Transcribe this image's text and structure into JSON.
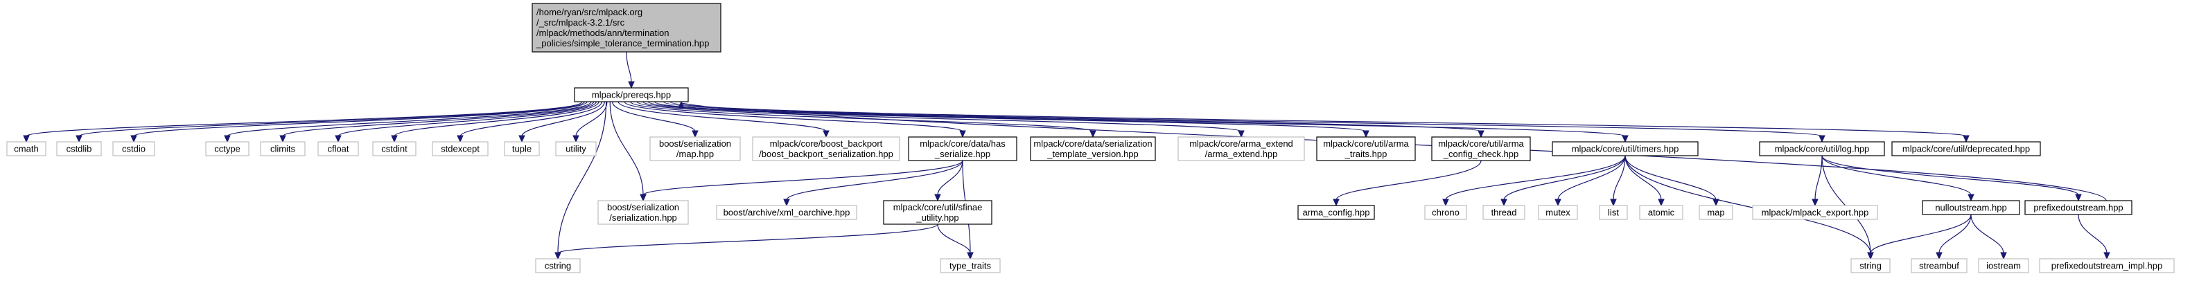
{
  "diagram": {
    "style": {
      "edge_color": "#191970",
      "root_fill": "#bfbfbf",
      "node_fill": "#ffffff",
      "node_border": "#000000",
      "external_border": "#bfbfbf"
    },
    "nodes": [
      {
        "id": "root",
        "kind": "root",
        "lines": [
          "/home/ryan/src/mlpack.org",
          "/_src/mlpack-3.2.1/src",
          "/mlpack/methods/ann/termination",
          "_policies/simple_tolerance_termination.hpp"
        ]
      },
      {
        "id": "prereqs",
        "kind": "internal",
        "lines": [
          "mlpack/prereqs.hpp"
        ]
      },
      {
        "id": "cmath",
        "kind": "external",
        "lines": [
          "cmath"
        ]
      },
      {
        "id": "cstdlib",
        "kind": "external",
        "lines": [
          "cstdlib"
        ]
      },
      {
        "id": "cstdio",
        "kind": "external",
        "lines": [
          "cstdio"
        ]
      },
      {
        "id": "cctype",
        "kind": "external",
        "lines": [
          "cctype"
        ]
      },
      {
        "id": "climits",
        "kind": "external",
        "lines": [
          "climits"
        ]
      },
      {
        "id": "cfloat",
        "kind": "external",
        "lines": [
          "cfloat"
        ]
      },
      {
        "id": "cstdint",
        "kind": "external",
        "lines": [
          "cstdint"
        ]
      },
      {
        "id": "stdexcept",
        "kind": "external",
        "lines": [
          "stdexcept"
        ]
      },
      {
        "id": "tuple",
        "kind": "external",
        "lines": [
          "tuple"
        ]
      },
      {
        "id": "utility",
        "kind": "external",
        "lines": [
          "utility"
        ]
      },
      {
        "id": "boost_ser_map",
        "kind": "external",
        "lines": [
          "boost/serialization",
          "/map.hpp"
        ]
      },
      {
        "id": "boost_backport",
        "kind": "external",
        "lines": [
          "mlpack/core/boost_backport",
          "/boost_backport_serialization.hpp"
        ]
      },
      {
        "id": "has_serialize",
        "kind": "internal",
        "lines": [
          "mlpack/core/data/has",
          "_serialize.hpp"
        ]
      },
      {
        "id": "ser_template",
        "kind": "internal",
        "lines": [
          "mlpack/core/data/serialization",
          "_template_version.hpp"
        ]
      },
      {
        "id": "arma_extend",
        "kind": "external",
        "lines": [
          "mlpack/core/arma_extend",
          "/arma_extend.hpp"
        ]
      },
      {
        "id": "arma_traits",
        "kind": "internal",
        "lines": [
          "mlpack/core/util/arma",
          "_traits.hpp"
        ]
      },
      {
        "id": "arma_config_check",
        "kind": "internal",
        "lines": [
          "mlpack/core/util/arma",
          "_config_check.hpp"
        ]
      },
      {
        "id": "timers",
        "kind": "internal",
        "lines": [
          "mlpack/core/util/timers.hpp"
        ]
      },
      {
        "id": "log",
        "kind": "internal",
        "lines": [
          "mlpack/core/util/log.hpp"
        ]
      },
      {
        "id": "deprecated",
        "kind": "internal",
        "lines": [
          "mlpack/core/util/deprecated.hpp"
        ]
      },
      {
        "id": "boost_ser_ser",
        "kind": "external",
        "lines": [
          "boost/serialization",
          "/serialization.hpp"
        ]
      },
      {
        "id": "xml_oarchive",
        "kind": "external",
        "lines": [
          "boost/archive/xml_oarchive.hpp"
        ]
      },
      {
        "id": "sfinae",
        "kind": "internal",
        "lines": [
          "mlpack/core/util/sfinae",
          "_utility.hpp"
        ]
      },
      {
        "id": "arma_config",
        "kind": "internal",
        "lines": [
          "arma_config.hpp"
        ]
      },
      {
        "id": "chrono",
        "kind": "external",
        "lines": [
          "chrono"
        ]
      },
      {
        "id": "thread",
        "kind": "external",
        "lines": [
          "thread"
        ]
      },
      {
        "id": "mutex",
        "kind": "external",
        "lines": [
          "mutex"
        ]
      },
      {
        "id": "list",
        "kind": "external",
        "lines": [
          "list"
        ]
      },
      {
        "id": "atomic",
        "kind": "external",
        "lines": [
          "atomic"
        ]
      },
      {
        "id": "map",
        "kind": "external",
        "lines": [
          "map"
        ]
      },
      {
        "id": "mlpack_export",
        "kind": "external",
        "lines": [
          "mlpack/mlpack_export.hpp"
        ]
      },
      {
        "id": "nulloutstream",
        "kind": "internal",
        "lines": [
          "nulloutstream.hpp"
        ]
      },
      {
        "id": "prefixedoutstream",
        "kind": "internal",
        "lines": [
          "prefixedoutstream.hpp"
        ]
      },
      {
        "id": "cstring",
        "kind": "external",
        "lines": [
          "cstring"
        ]
      },
      {
        "id": "type_traits",
        "kind": "external",
        "lines": [
          "type_traits"
        ]
      },
      {
        "id": "string",
        "kind": "external",
        "lines": [
          "string"
        ]
      },
      {
        "id": "streambuf",
        "kind": "external",
        "lines": [
          "streambuf"
        ]
      },
      {
        "id": "iostream",
        "kind": "external",
        "lines": [
          "iostream"
        ]
      },
      {
        "id": "prefixedoutstream_impl",
        "kind": "external",
        "lines": [
          "prefixedoutstream_impl.hpp"
        ]
      }
    ],
    "edges": [
      {
        "from": "root",
        "to": "prereqs"
      },
      {
        "from": "prereqs",
        "to": "cmath"
      },
      {
        "from": "prereqs",
        "to": "cstdlib"
      },
      {
        "from": "prereqs",
        "to": "cstdio"
      },
      {
        "from": "prereqs",
        "to": "cctype"
      },
      {
        "from": "prereqs",
        "to": "climits"
      },
      {
        "from": "prereqs",
        "to": "cfloat"
      },
      {
        "from": "prereqs",
        "to": "cstdint"
      },
      {
        "from": "prereqs",
        "to": "stdexcept"
      },
      {
        "from": "prereqs",
        "to": "tuple"
      },
      {
        "from": "prereqs",
        "to": "utility"
      },
      {
        "from": "prereqs",
        "to": "boost_ser_map"
      },
      {
        "from": "prereqs",
        "to": "boost_backport"
      },
      {
        "from": "prereqs",
        "to": "has_serialize"
      },
      {
        "from": "prereqs",
        "to": "ser_template"
      },
      {
        "from": "prereqs",
        "to": "arma_extend"
      },
      {
        "from": "prereqs",
        "to": "arma_traits"
      },
      {
        "from": "prereqs",
        "to": "arma_config_check"
      },
      {
        "from": "prereqs",
        "to": "timers"
      },
      {
        "from": "prereqs",
        "to": "log"
      },
      {
        "from": "prereqs",
        "to": "deprecated"
      },
      {
        "from": "prereqs",
        "to": "boost_ser_ser"
      },
      {
        "from": "prereqs",
        "to": "cstring"
      },
      {
        "from": "prefixedoutstream",
        "to": "prereqs"
      },
      {
        "from": "has_serialize",
        "to": "boost_ser_ser"
      },
      {
        "from": "has_serialize",
        "to": "xml_oarchive"
      },
      {
        "from": "has_serialize",
        "to": "sfinae"
      },
      {
        "from": "has_serialize",
        "to": "type_traits"
      },
      {
        "from": "sfinae",
        "to": "cstring"
      },
      {
        "from": "sfinae",
        "to": "type_traits"
      },
      {
        "from": "arma_config_check",
        "to": "arma_config"
      },
      {
        "from": "timers",
        "to": "chrono"
      },
      {
        "from": "timers",
        "to": "thread"
      },
      {
        "from": "timers",
        "to": "mutex"
      },
      {
        "from": "timers",
        "to": "list"
      },
      {
        "from": "timers",
        "to": "atomic"
      },
      {
        "from": "timers",
        "to": "map"
      },
      {
        "from": "timers",
        "to": "string"
      },
      {
        "from": "log",
        "to": "mlpack_export"
      },
      {
        "from": "log",
        "to": "string"
      },
      {
        "from": "log",
        "to": "nulloutstream"
      },
      {
        "from": "log",
        "to": "prefixedoutstream"
      },
      {
        "from": "nulloutstream",
        "to": "string"
      },
      {
        "from": "nulloutstream",
        "to": "streambuf"
      },
      {
        "from": "nulloutstream",
        "to": "iostream"
      },
      {
        "from": "prefixedoutstream",
        "to": "prefixedoutstream_impl"
      }
    ]
  }
}
